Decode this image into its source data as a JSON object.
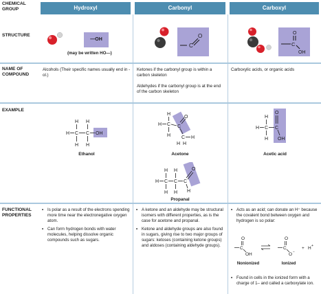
{
  "rows": {
    "group": "CHEMICAL\nGROUP",
    "structure": "STRUCTURE",
    "name": "NAME OF\nCOMPOUND",
    "example": "EXAMPLE",
    "functional": "FUNCTIONAL\nPROPERTIES"
  },
  "columns": [
    {
      "header": "Hydroxyl",
      "structure_box": "—OH",
      "structure_note": "(may be written HO—)",
      "compound_name": "Alcohols (Their specific names usually end in -ol.)",
      "example_label": "Ethanol",
      "properties": [
        "Is polar as a result of the electrons spending more time near the electronegative oxygen atom.",
        "Can form hydrogen bonds with water molecules, helping dissolve organic compounds such as sugars."
      ]
    },
    {
      "header": "Carbonyl",
      "compound_name_1": "Ketones if the carbonyl group is within a carbon skeleton",
      "compound_name_2": "Aldehydes if the carbonyl group is at the end of the carbon skeleton",
      "example_label_1": "Acetone",
      "example_label_2": "Propanal",
      "properties": [
        "A ketone and an aldehyde may be structural isomers with different properties, as is the case for acetone and propanal.",
        "Ketone and aldehyde groups are also found in sugars, giving rise to two major groups of sugars: ketoses (containing ketone groups) and aldoses (containing aldehyde groups)."
      ]
    },
    {
      "header": "Carboxyl",
      "compound_name": "Carboxylic acids, or organic acids",
      "example_label": "Acetic acid",
      "properties": [
        "Acts as an acid; can donate an H⁺ because the covalent bond between oxygen and hydrogen is so polar:",
        "Found in cells in the ionized form with a charge of 1– and called a carboxylate ion."
      ],
      "nonionized_label": "Nonionized",
      "ionized_label": "Ionized"
    }
  ],
  "colors": {
    "header_bg": "#4d8db0",
    "highlight_box": "#a9a3d6",
    "rule": "#a9c8de",
    "oxygen": "#d8202a",
    "carbon": "#3a3a3a",
    "hydrogen": "#d4d4d4"
  }
}
